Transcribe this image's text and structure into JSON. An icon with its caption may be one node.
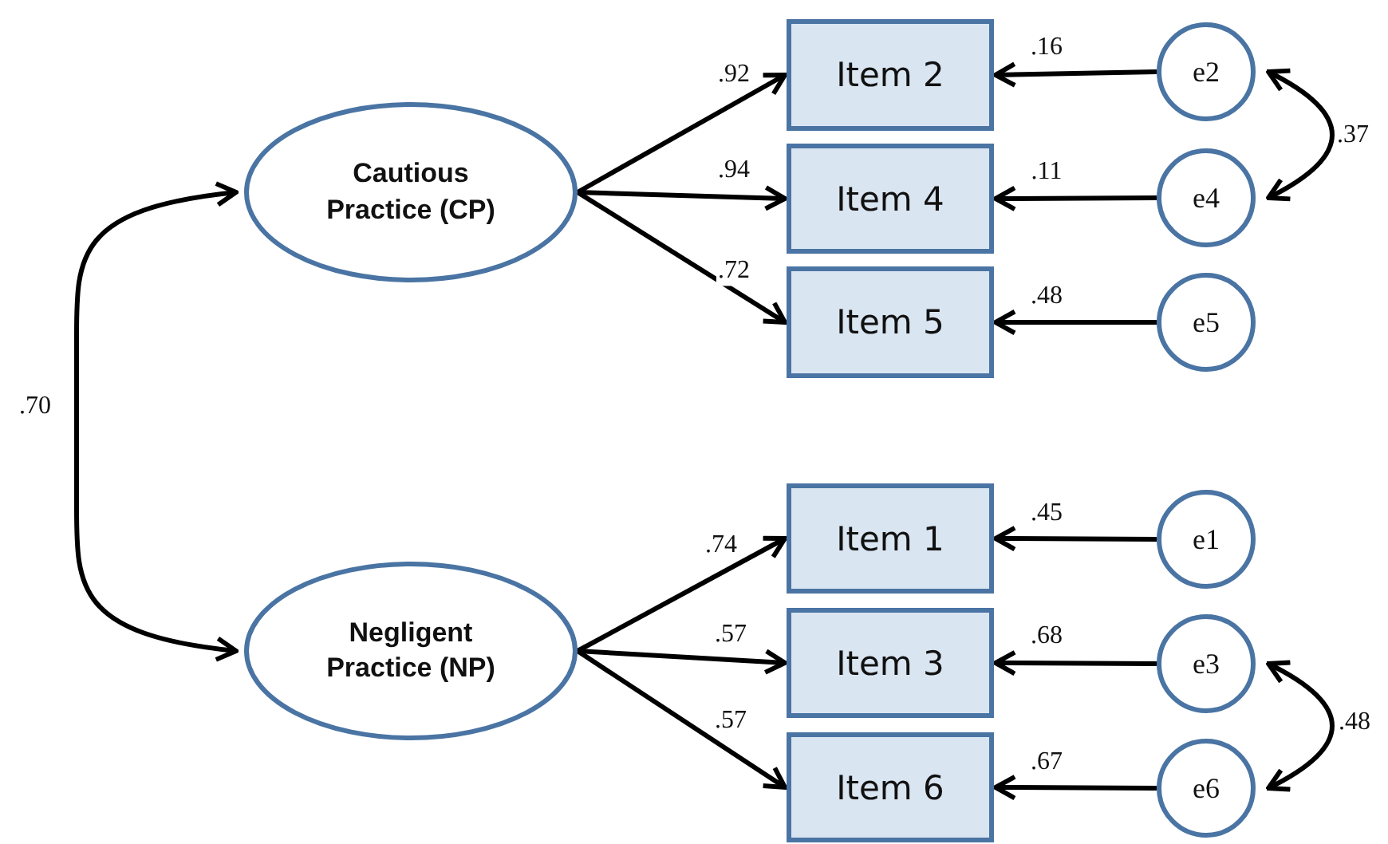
{
  "diagram": {
    "nodes": [
      {
        "text": [
          "Cautious Practice (CP)"
        ]
      },
      {
        "text": [
          "Item 2"
        ]
      },
      {
        "text": [
          "Item 4"
        ]
      },
      {
        "text": [
          "Item 5"
        ]
      },
      {
        "text": [
          "e2"
        ]
      },
      {
        "text": [
          "e4"
        ]
      },
      {
        "text": [
          "e5"
        ]
      },
      {
        "text": [
          "Negligent Practice (NP)"
        ]
      },
      {
        "text": [
          "Item 1"
        ]
      },
      {
        "text": [
          "Item 3"
        ]
      },
      {
        "text": [
          "Item 6"
        ]
      },
      {
        "text": [
          "e1"
        ]
      },
      {
        "text": [
          "e3"
        ]
      },
      {
        "text": [
          "e6"
        ]
      }
    ],
    "edges": [
      {
        "from": 0,
        "to": 7,
        "arrow": "both",
        "label": ".70"
      },
      {
        "from": 0,
        "to": 1,
        "arrow": "to",
        "label": ".92"
      },
      {
        "from": 0,
        "to": 2,
        "arrow": "to",
        "label": ".94"
      },
      {
        "from": 0,
        "to": 3,
        "arrow": "to",
        "label": ".72"
      },
      {
        "from": 4,
        "to": 1,
        "arrow": "to",
        "label": ".16"
      },
      {
        "from": 5,
        "to": 2,
        "arrow": "to",
        "label": ".11"
      },
      {
        "from": 6,
        "to": 3,
        "arrow": "to",
        "label": ".48"
      },
      {
        "from": 4,
        "to": 5,
        "arrow": "both",
        "label": ".37"
      },
      {
        "from": 7,
        "to": 8,
        "arrow": "to",
        "label": ".74"
      },
      {
        "from": 7,
        "to": 9,
        "arrow": "to",
        "label": ".57"
      },
      {
        "from": 7,
        "to": 10,
        "arrow": "to",
        "label": ".57"
      },
      {
        "from": 11,
        "to": 8,
        "arrow": "to",
        "label": ".45"
      },
      {
        "from": 12,
        "to": 9,
        "arrow": "to",
        "label": ".68"
      },
      {
        "from": 13,
        "to": 10,
        "arrow": "to",
        "label": ".67"
      },
      {
        "from": 12,
        "to": 13,
        "arrow": "both",
        "label": ".48"
      }
    ]
  }
}
